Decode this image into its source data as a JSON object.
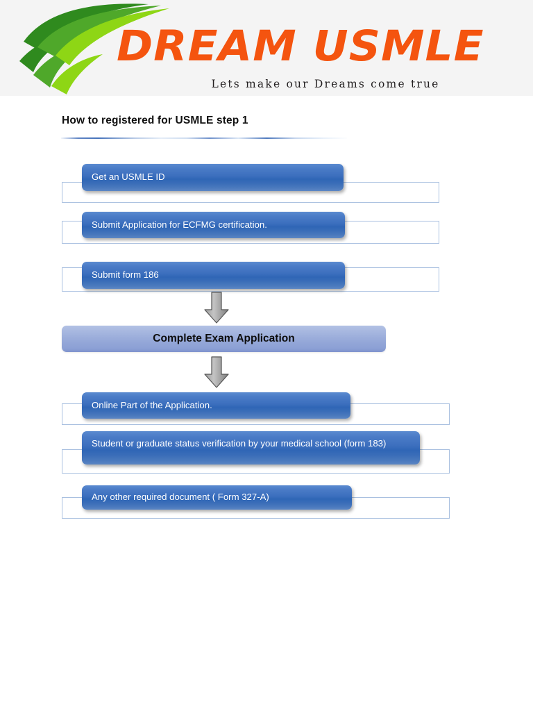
{
  "header": {
    "logo_wordmark": "DREAM USMLE",
    "tagline": "Lets make our Dreams come true",
    "brand_orange": "#f4540f",
    "swoosh_colors": [
      "#2f8a1e",
      "#4fa82a",
      "#8ed615"
    ],
    "background": "#f4f4f4"
  },
  "document": {
    "title": "How to registered for USMLE step 1"
  },
  "flowchart": {
    "type": "flow-diagram",
    "accent_blue": "#3c6fbe",
    "outline_border": "#a9c0e0",
    "highlight_blue": "#94a7d8",
    "arrow_color": "#8c8c8c",
    "steps": [
      {
        "id": "step-1",
        "label": "Get an USMLE ID",
        "style": "blue"
      },
      {
        "id": "step-2",
        "label": "Submit Application for ECFMG certification.",
        "style": "blue"
      },
      {
        "id": "step-3",
        "label": "Submit form 186",
        "style": "blue"
      },
      {
        "id": "step-4",
        "label": "Complete Exam Application",
        "style": "light"
      },
      {
        "id": "step-5",
        "label": "Online Part of the Application.",
        "style": "blue"
      },
      {
        "id": "step-6",
        "label": "Student or graduate status verification by your medical school (form 183)",
        "style": "blue"
      },
      {
        "id": "step-7",
        "label": "Any other required document ( Form 327-A)",
        "style": "blue"
      }
    ],
    "connectors": [
      {
        "id": "arrow-1",
        "from": "step-3",
        "to": "step-4",
        "direction": "down"
      },
      {
        "id": "arrow-2",
        "from": "step-4",
        "to": "step-5",
        "direction": "down"
      }
    ]
  }
}
